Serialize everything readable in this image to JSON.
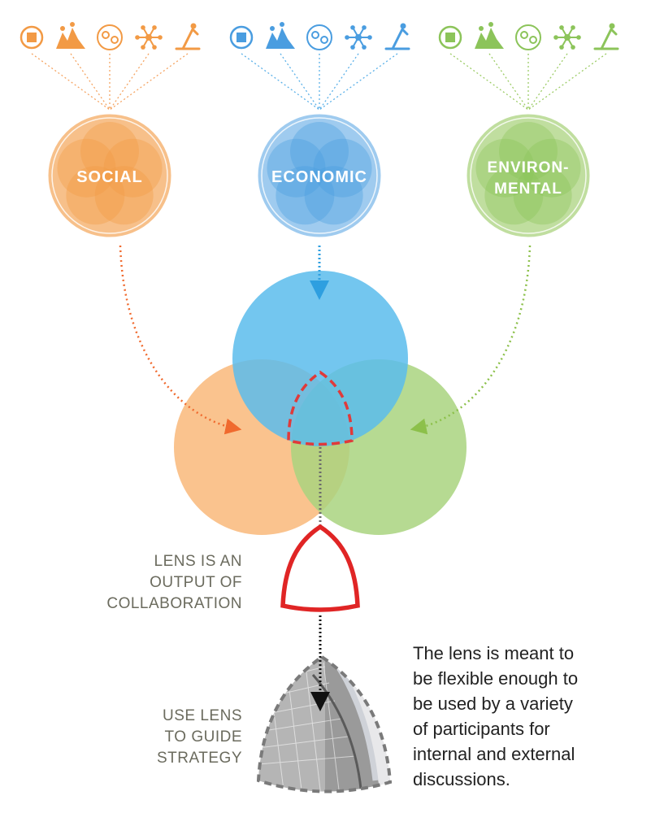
{
  "pillars": [
    {
      "id": "social",
      "lines": [
        "SOCIAL"
      ],
      "color": "#f29a45",
      "light": "#f7c08a"
    },
    {
      "id": "economic",
      "lines": [
        "ECONOMIC"
      ],
      "color": "#4a9de0",
      "light": "#9fcbef"
    },
    {
      "id": "environmental",
      "lines": [
        "ENVIRON-",
        "MENTAL"
      ],
      "color": "#8cc45a",
      "light": "#c0de9f"
    }
  ],
  "icons": {
    "social": [
      "people-circle-icon",
      "community-group-icon",
      "diverse-faces-icon",
      "network-people-icon",
      "performer-icon"
    ],
    "economic": [
      "person-path-icon",
      "location-target-icon",
      "handshake-icon",
      "growth-chart-icon",
      "city-skyline-icon"
    ],
    "environmental": [
      "sprout-icon",
      "green-home-icon",
      "circuit-node-icon",
      "water-drops-icon",
      "distribution-network-icon"
    ]
  },
  "venn_colors": {
    "top": "#5bbcec",
    "left": "#f9b97a",
    "right": "#a9d47f",
    "lens_outline": "#e03a3a"
  },
  "lens_label": [
    "LENS IS AN",
    "OUTPUT OF",
    "COLLABORATION"
  ],
  "strategy_label": [
    "USE LENS",
    "TO GUIDE",
    "STRATEGY"
  ],
  "description": [
    "The lens is meant to",
    "be flexible enough to",
    "be used by a variety",
    "of participants for",
    "internal and external",
    "discussions."
  ]
}
